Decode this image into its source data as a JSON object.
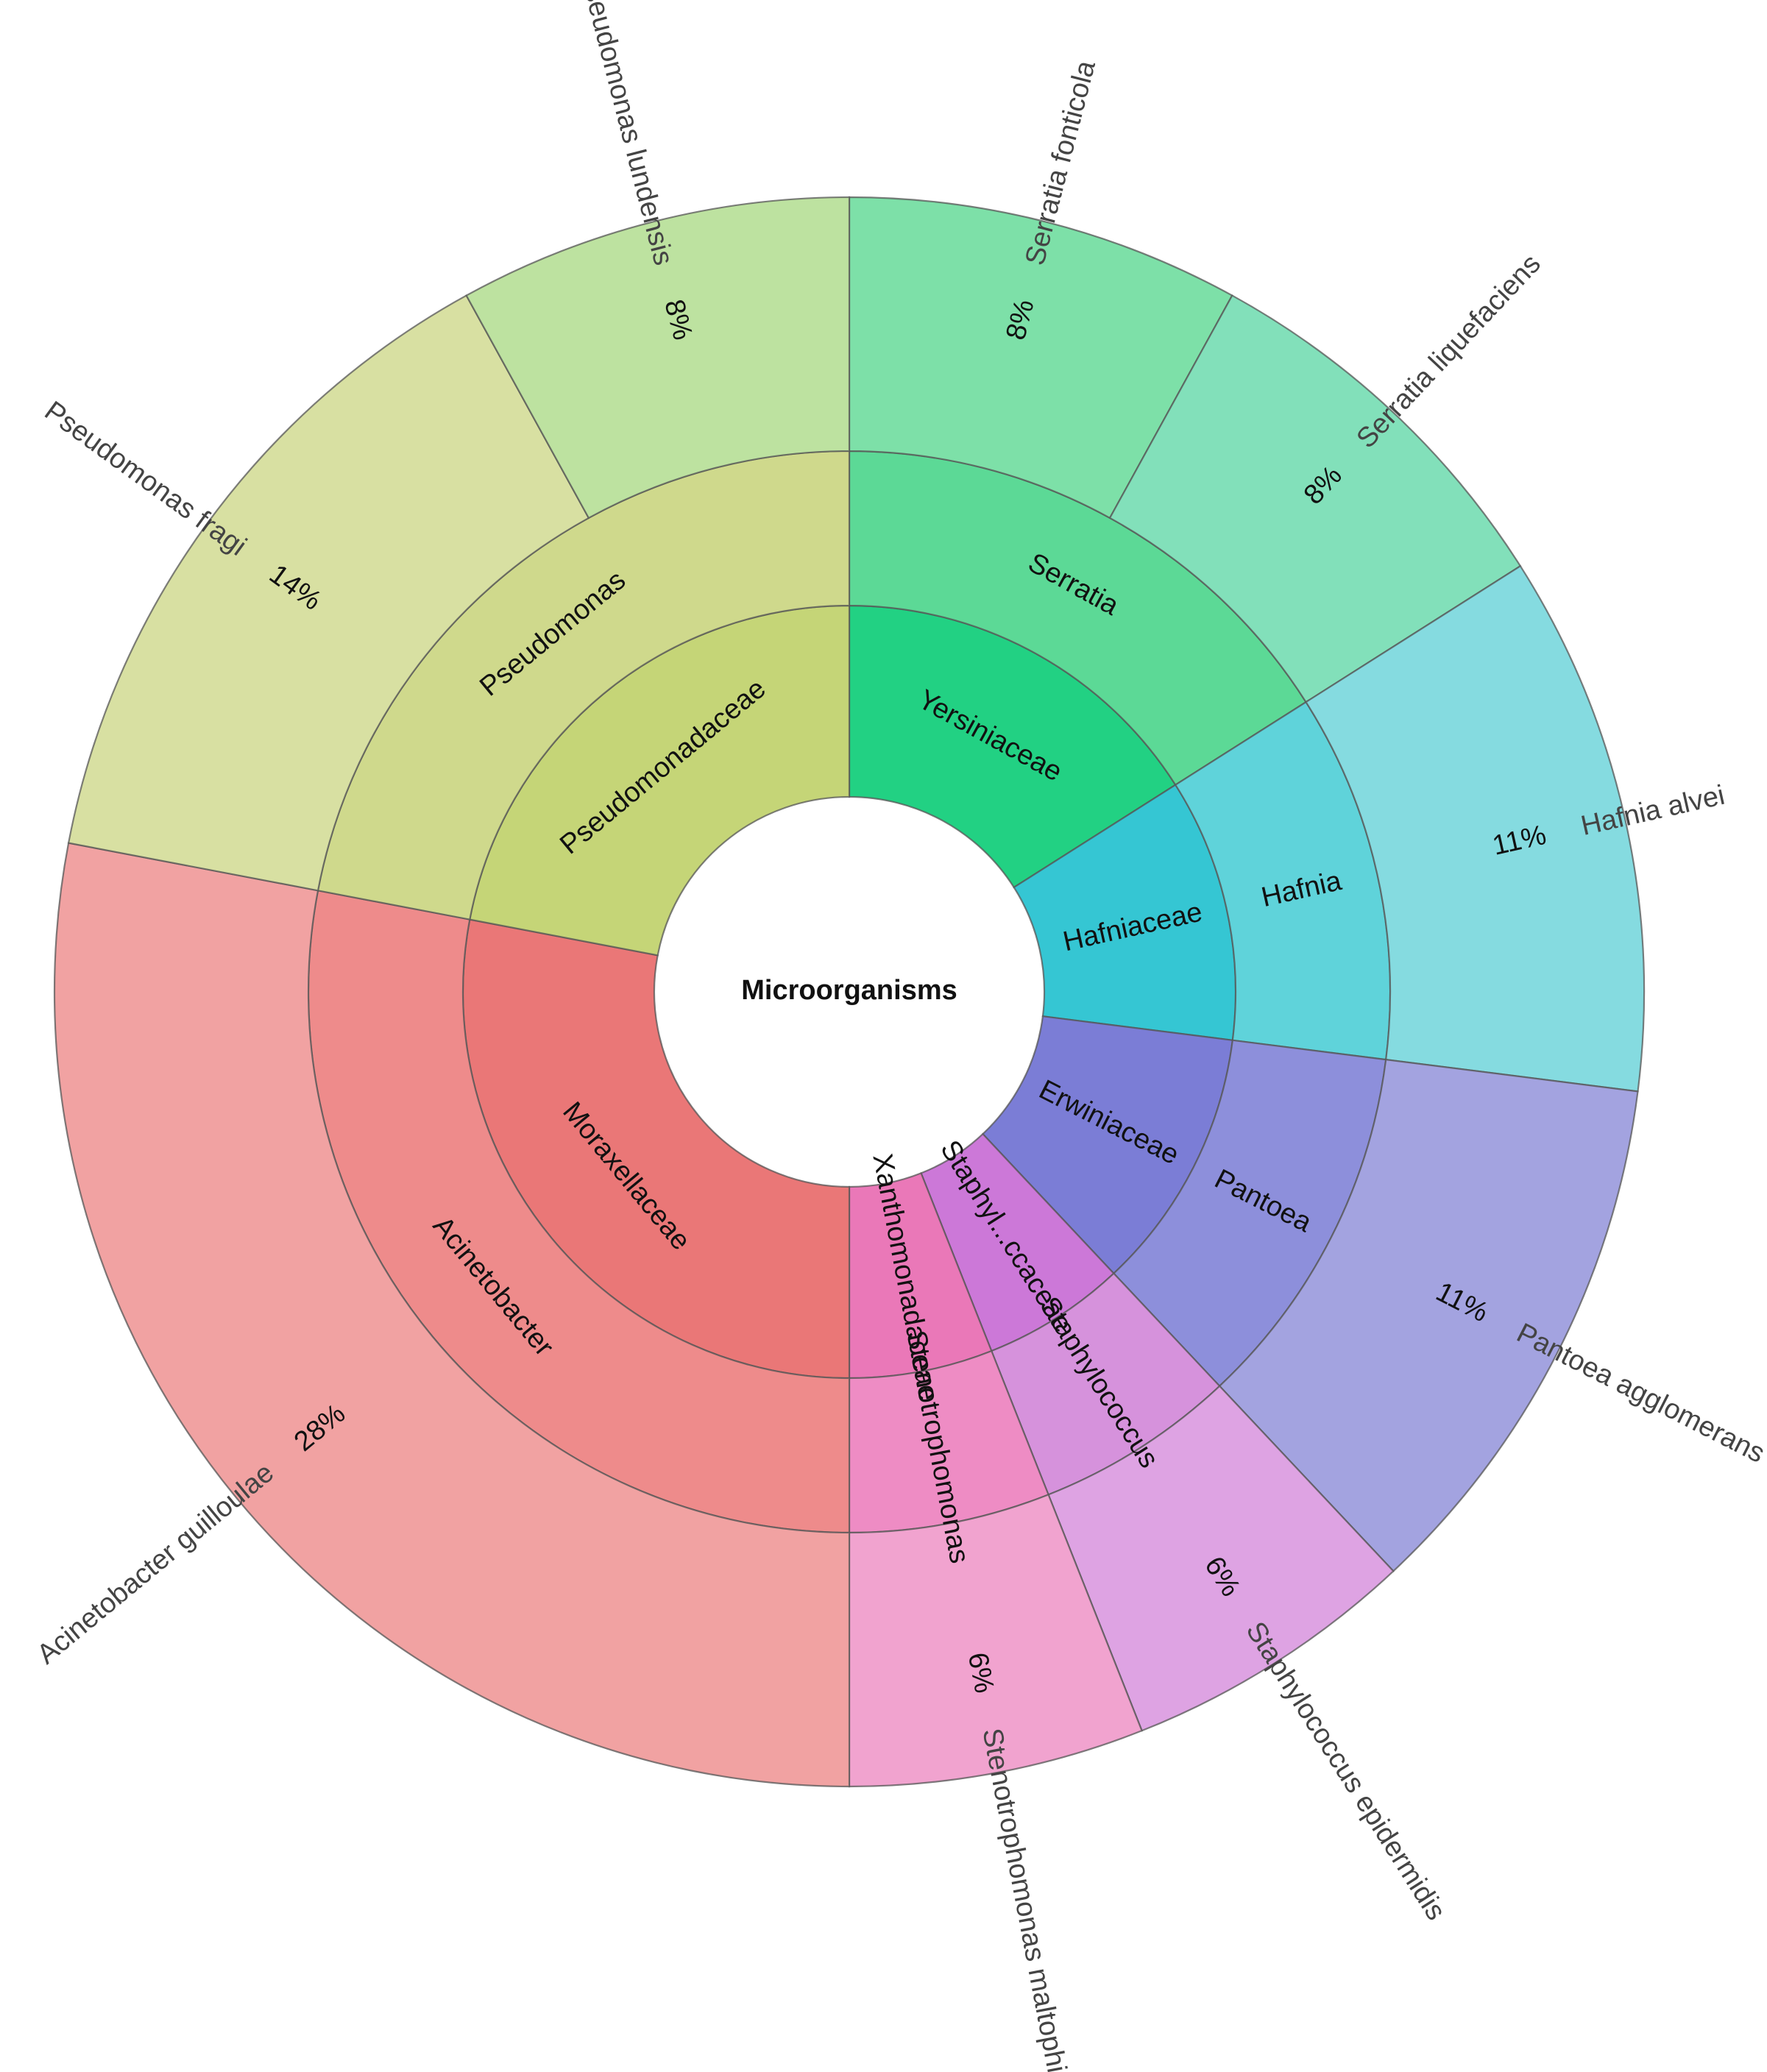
{
  "chart_data": {
    "type": "sunburst",
    "title": "",
    "root": "Microorganisms",
    "families": [
      {
        "label": "Yersiniaceae",
        "color": "#22d183",
        "genera": [
          {
            "label": "Serratia",
            "color": "#5cd996",
            "species": [
              {
                "label": "Serratia fonticola",
                "pct": "8%",
                "value": 8,
                "color": "#7de0a8"
              },
              {
                "label": "Serratia liquefaciens",
                "pct": "8%",
                "value": 8,
                "color": "#82e0ba"
              }
            ]
          }
        ]
      },
      {
        "label": "Hafniaceae",
        "color": "#35c6d3",
        "genera": [
          {
            "label": "Hafnia",
            "color": "#5fd3da",
            "species": [
              {
                "label": "Hafnia alvei",
                "pct": "11%",
                "value": 11,
                "color": "#85dbe0"
              }
            ]
          }
        ]
      },
      {
        "label": "Erwiniaceae",
        "color": "#7b7dd6",
        "genera": [
          {
            "label": "Pantoea",
            "color": "#8d8fdb",
            "species": [
              {
                "label": "Pantoea agglomerans",
                "pct": "11%",
                "value": 11,
                "color": "#a3a3e0"
              }
            ]
          }
        ]
      },
      {
        "label": "Staphyl...ccaceae",
        "color": "#cc78d8",
        "genera": [
          {
            "label": "Staphylococcus",
            "color": "#d692dc",
            "species": [
              {
                "label": "Staphylococcus epidermidis",
                "pct": "6%",
                "value": 6,
                "color": "#dea3e3"
              }
            ]
          }
        ]
      },
      {
        "label": "Xanthomonadaceae",
        "color": "#ea78b8",
        "genera": [
          {
            "label": "Stenotrophomonas",
            "color": "#ee8cc4",
            "species": [
              {
                "label": "Stenotrophomonas maltophilia",
                "pct": "6%",
                "value": 6,
                "color": "#f1a3cf"
              }
            ]
          }
        ]
      },
      {
        "label": "Moraxellaceae",
        "color": "#ea7777",
        "genera": [
          {
            "label": "Acinetobacter",
            "color": "#ee8b8b",
            "species": [
              {
                "label": "Acinetobacter guilloulae",
                "pct": "28%",
                "value": 28,
                "color": "#f1a2a2"
              }
            ]
          }
        ]
      },
      {
        "label": "Pseudomonadaceae",
        "color": "#c5d577",
        "genera": [
          {
            "label": "Pseudomonas",
            "color": "#cfd98c",
            "species": [
              {
                "label": "Pseudomonas fragi",
                "pct": "14%",
                "value": 14,
                "color": "#d8e0a2"
              },
              {
                "label": "Pseudomonas lundensis",
                "pct": "8%",
                "value": 8,
                "color": "#bde2a0"
              }
            ]
          }
        ]
      }
    ]
  }
}
